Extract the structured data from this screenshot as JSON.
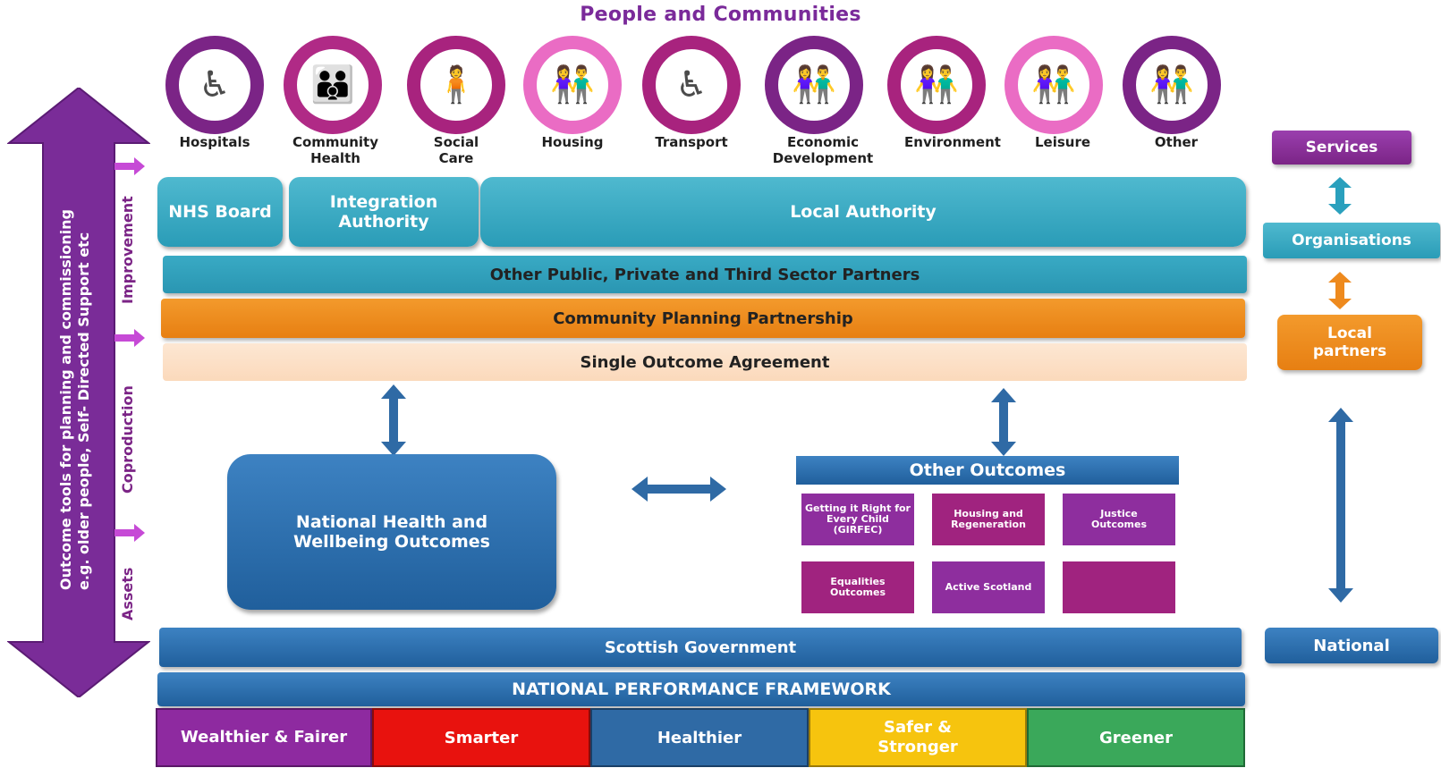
{
  "title": "People and Communities",
  "circles": [
    {
      "label": "Hospitals",
      "icon": "wheelchair-carer-icon"
    },
    {
      "label": "Community Health",
      "icon": "family-icon"
    },
    {
      "label": "Social Care",
      "icon": "person-icon"
    },
    {
      "label": "Housing",
      "icon": "couple-icon"
    },
    {
      "label": "Transport",
      "icon": "wheelchair-icon"
    },
    {
      "label": "Economic Development",
      "icon": "elderly-couple-icon"
    },
    {
      "label": "Environment",
      "icon": "couple-icon"
    },
    {
      "label": "Leisure",
      "icon": "couple-icon"
    },
    {
      "label": "Other",
      "icon": "elderly-couple-icon"
    }
  ],
  "left_arrow": {
    "line1": "Outcome tools for planning and commissioning",
    "line2": "e.g. older people, Self- Directed Support etc",
    "stages": [
      "Improvement",
      "Coproduction",
      "Assets"
    ]
  },
  "top_boxes": {
    "nhs": "NHS Board",
    "integration": "Integration Authority",
    "local_authority": "Local Authority"
  },
  "bars": {
    "partners": "Other Public, Private and Third Sector Partners",
    "cpp": "Community Planning Partnership",
    "soa": "Single Outcome Agreement",
    "gov": "Scottish Government",
    "npf": "NATIONAL PERFORMANCE FRAMEWORK"
  },
  "national_outcomes": "National Health and Wellbeing Outcomes",
  "other_outcomes": {
    "header": "Other Outcomes",
    "items": [
      "Getting it Right for Every Child (GIRFEC)",
      "Housing and Regeneration",
      "Justice Outcomes",
      "Equalities Outcomes",
      "Active Scotland",
      ""
    ]
  },
  "right_column": {
    "services": "Services",
    "organisations": "Organisations",
    "local_partners": "Local partners",
    "national": "National"
  },
  "objectives": [
    {
      "label": "Wealthier & Fairer",
      "color": "#8e2aa0"
    },
    {
      "label": "Smarter",
      "color": "#e8120e"
    },
    {
      "label": "Healthier",
      "color": "#2f6aa5"
    },
    {
      "label": "Safer & Stronger",
      "color": "#f6c40e"
    },
    {
      "label": "Greener",
      "color": "#3aa85a"
    }
  ],
  "colors": {
    "purple": "#7b2486",
    "pink": "#ea6cc4",
    "teal": "#2a9cb7",
    "orange": "#ee8a1e",
    "peach": "#fde0c8",
    "blue": "#2f6aa5"
  }
}
